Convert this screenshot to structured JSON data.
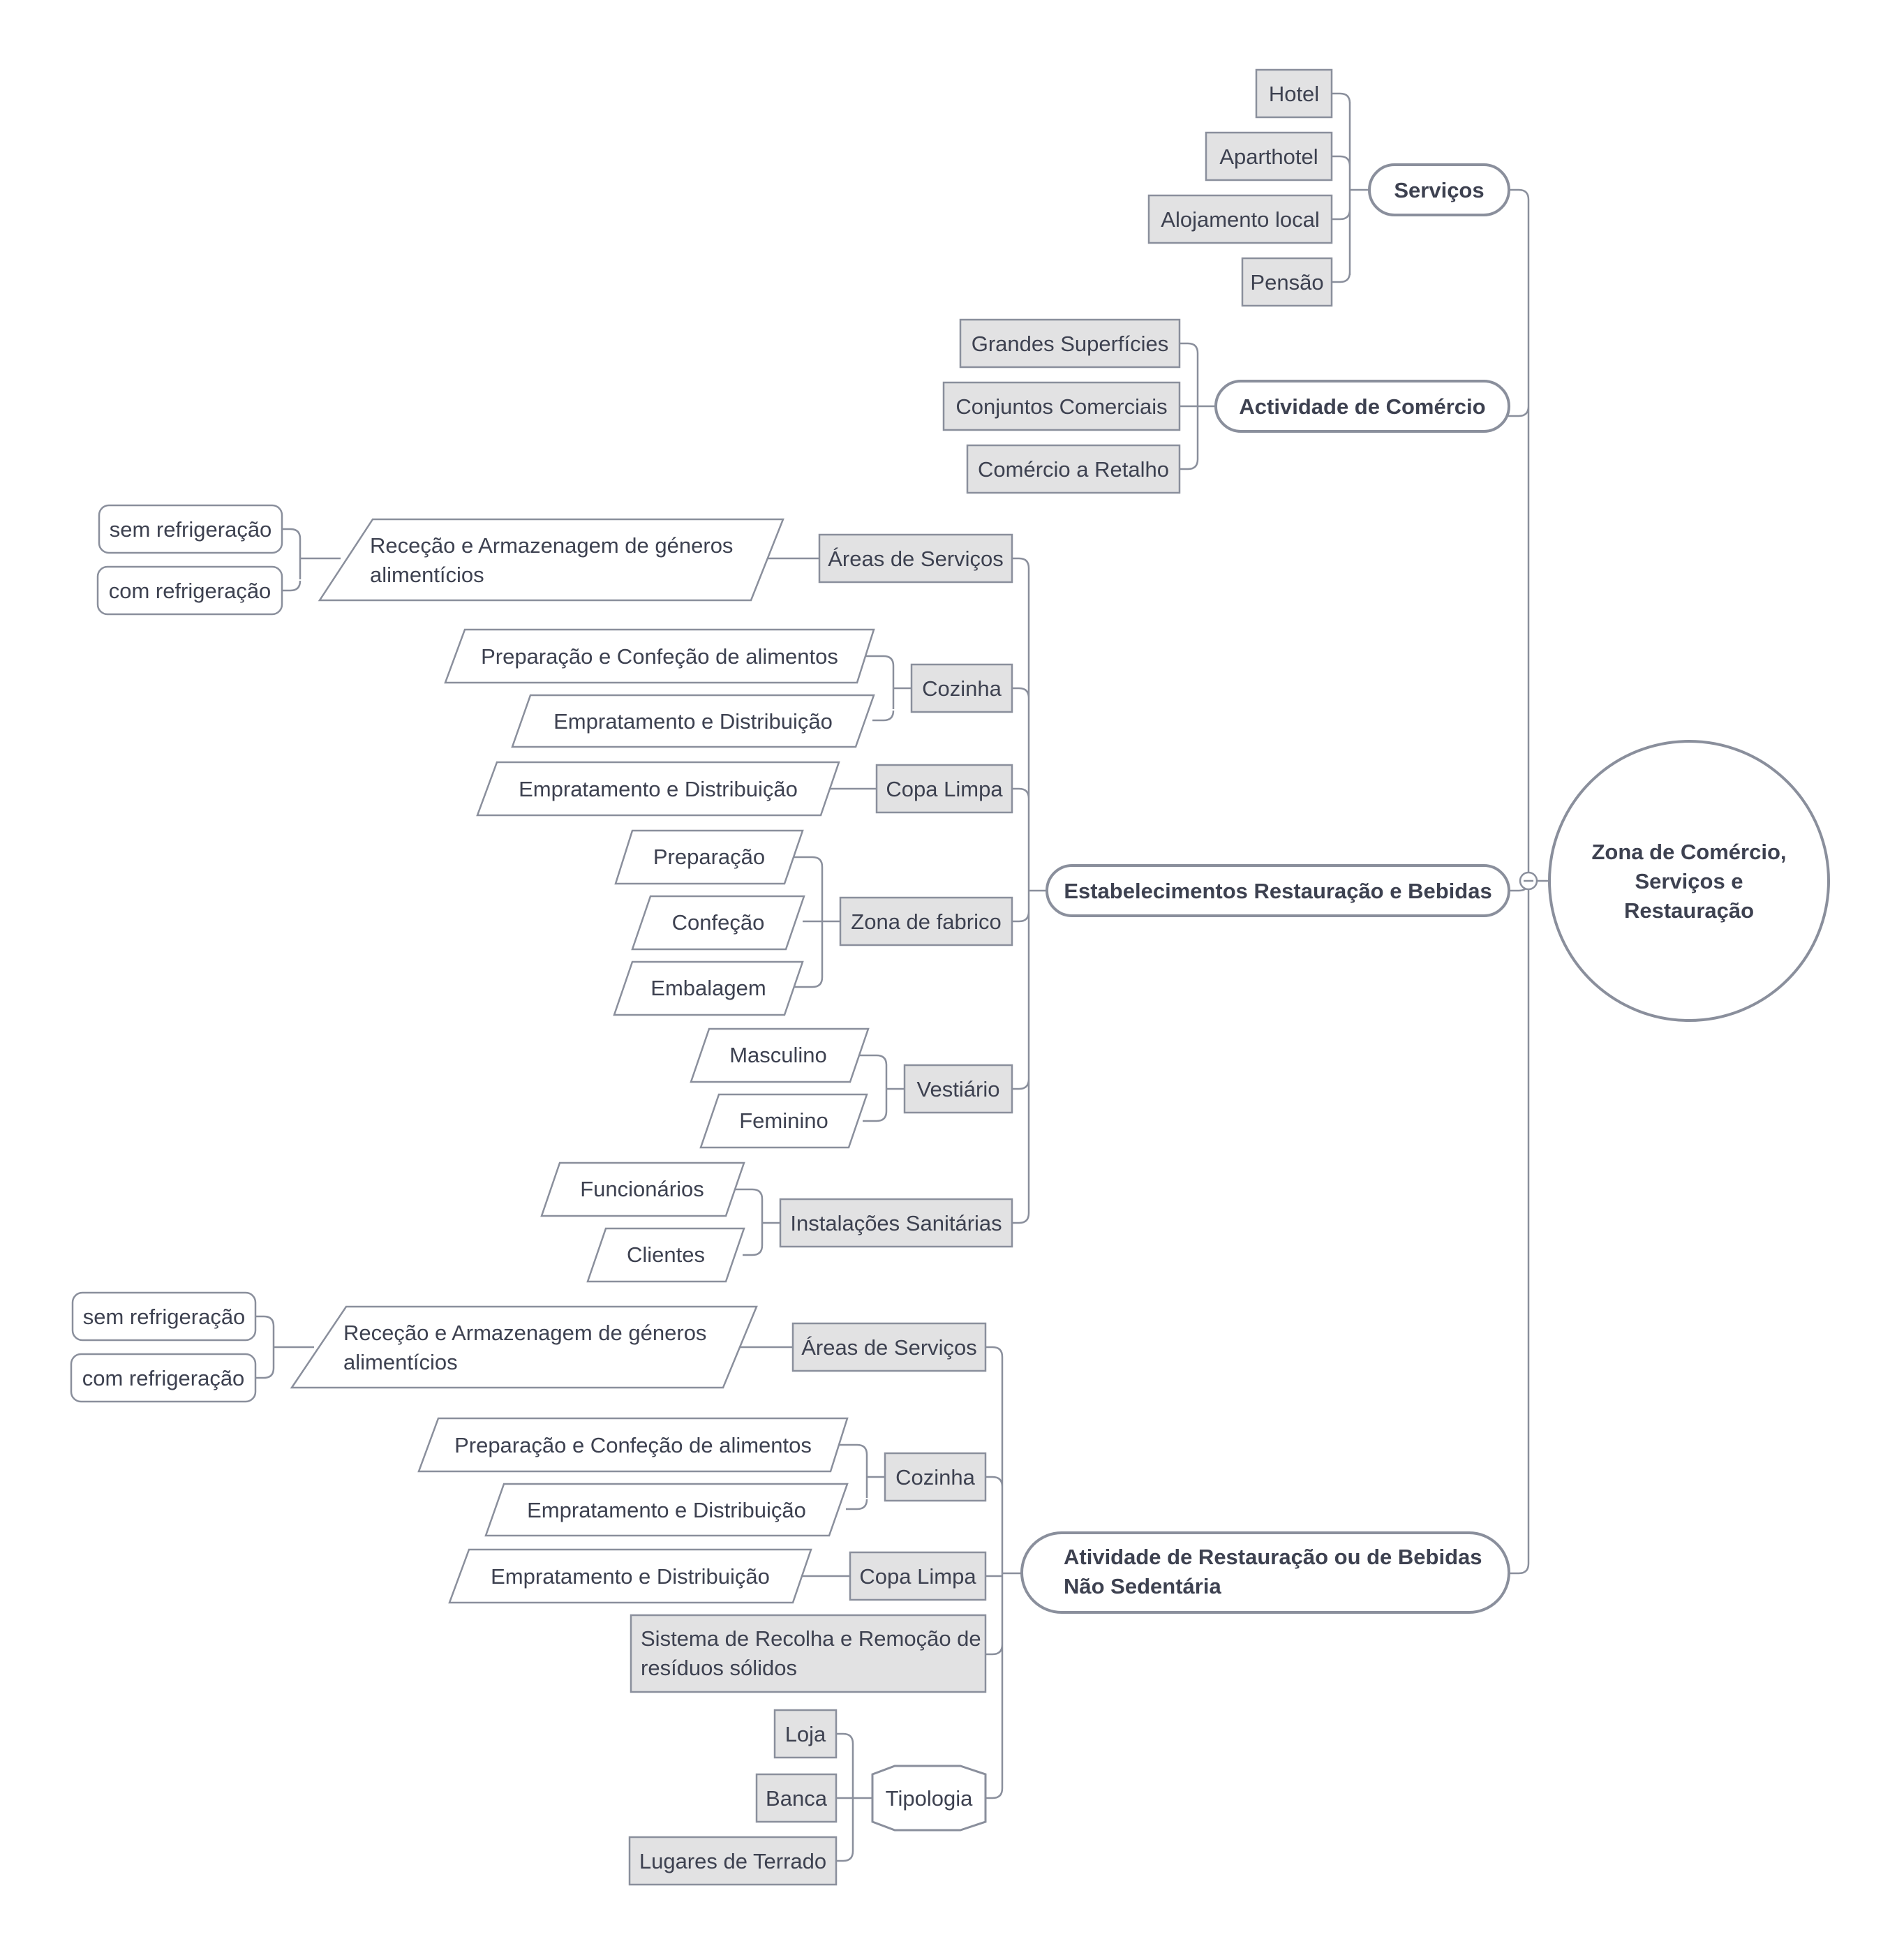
{
  "root": {
    "label": "Zona de Comércio, Serviços e Restauração",
    "lines": [
      "Zona de Comércio,",
      "Serviços e",
      "Restauração"
    ]
  },
  "branches": [
    {
      "label": "Serviços",
      "children": [
        "Hotel",
        "Aparthotel",
        "Alojamento local",
        "Pensão"
      ]
    },
    {
      "label": "Actividade de Comércio",
      "children": [
        "Grandes Superfícies",
        "Conjuntos Comerciais",
        "Comércio a Retalho"
      ]
    },
    {
      "label": "Estabelecimentos Restauração e Bebidas",
      "children": [
        {
          "label": "Áreas de Serviços",
          "children": [
            {
              "label": "Receção e Armazenagem de géneros alimentícios",
              "lines": [
                "Receção e Armazenagem de géneros",
                "alimentícios"
              ],
              "children": [
                "sem refrigeração",
                "com refrigeração"
              ]
            }
          ]
        },
        {
          "label": "Cozinha",
          "children": [
            "Preparação e Confeção de alimentos",
            "Empratamento e Distribuição"
          ]
        },
        {
          "label": "Copa Limpa",
          "children": [
            "Empratamento e Distribuição"
          ]
        },
        {
          "label": "Zona de fabrico",
          "children": [
            "Preparação",
            "Confeção",
            "Embalagem"
          ]
        },
        {
          "label": "Vestiário",
          "children": [
            "Masculino",
            "Feminino"
          ]
        },
        {
          "label": "Instalações Sanitárias",
          "children": [
            "Funcionários",
            "Clientes"
          ]
        }
      ]
    },
    {
      "label": "Atividade de Restauração ou de Bebidas Não Sedentária",
      "lines": [
        "Atividade de Restauração ou de Bebidas",
        "Não Sedentária"
      ],
      "children": [
        {
          "label": "Áreas de Serviços",
          "children": [
            {
              "label": "Receção e Armazenagem de géneros alimentícios",
              "lines": [
                "Receção e Armazenagem de géneros",
                "alimentícios"
              ],
              "children": [
                "sem refrigeração",
                "com refrigeração"
              ]
            }
          ]
        },
        {
          "label": "Cozinha",
          "children": [
            "Preparação e Confeção de alimentos",
            "Empratamento e Distribuição"
          ]
        },
        {
          "label": "Copa Limpa",
          "children": [
            "Empratamento e Distribuição"
          ]
        },
        {
          "label": "Sistema de Recolha e Remoção de resíduos sólidos",
          "lines": [
            "Sistema de Recolha e Remoção de",
            "resíduos sólidos"
          ],
          "children": []
        },
        {
          "label": "Tipologia",
          "children": [
            "Loja",
            "Banca",
            "Lugares de Terrado"
          ]
        }
      ]
    }
  ],
  "colors": {
    "line": "#8a8f9c",
    "box_fill": "#e2e2e3",
    "text": "#3d4150"
  }
}
